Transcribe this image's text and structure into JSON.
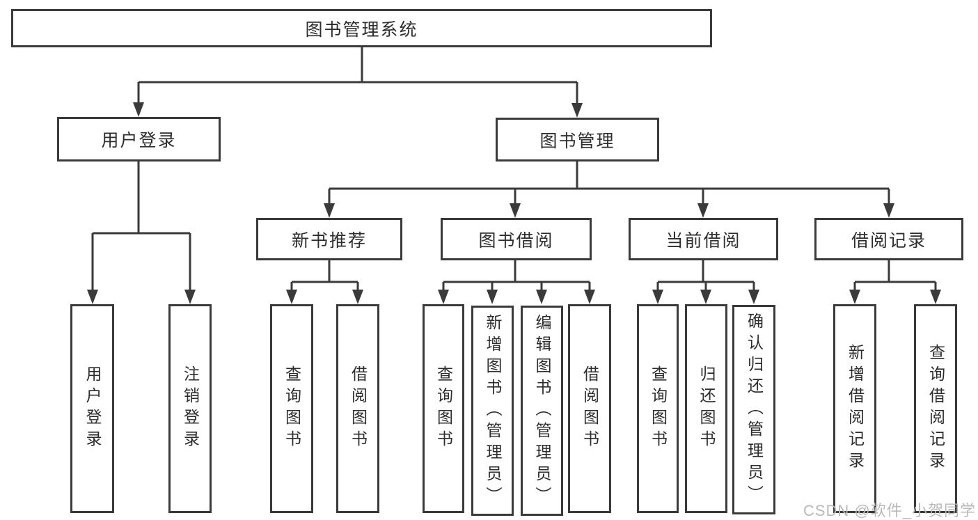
{
  "diagram": {
    "root": {
      "label": "图书管理系统"
    },
    "login_branch": {
      "label": "用户登录",
      "children": [
        "用户登录",
        "注销登录"
      ]
    },
    "mgmt_branch": {
      "label": "图书管理",
      "groups": [
        {
          "label": "新书推荐",
          "children": [
            "查询图书",
            "借阅图书"
          ]
        },
        {
          "label": "图书借阅",
          "children": [
            "查询图书",
            "新增图书（管理员）",
            "编辑图书（管理员）",
            "借阅图书"
          ]
        },
        {
          "label": "当前借阅",
          "children": [
            "查询图书",
            "归还图书",
            "确认归还（管理员）"
          ]
        },
        {
          "label": "借阅记录",
          "children": [
            "新增借阅记录",
            "查询借阅记录"
          ]
        }
      ]
    },
    "watermark": "CSDN @软件_小贺同学",
    "colors": {
      "line": "#3a3a3a",
      "text": "#2d2d2d",
      "box_background": "#ffffff",
      "page_background": "#ffffff",
      "watermark": "#b9b9b9"
    }
  }
}
